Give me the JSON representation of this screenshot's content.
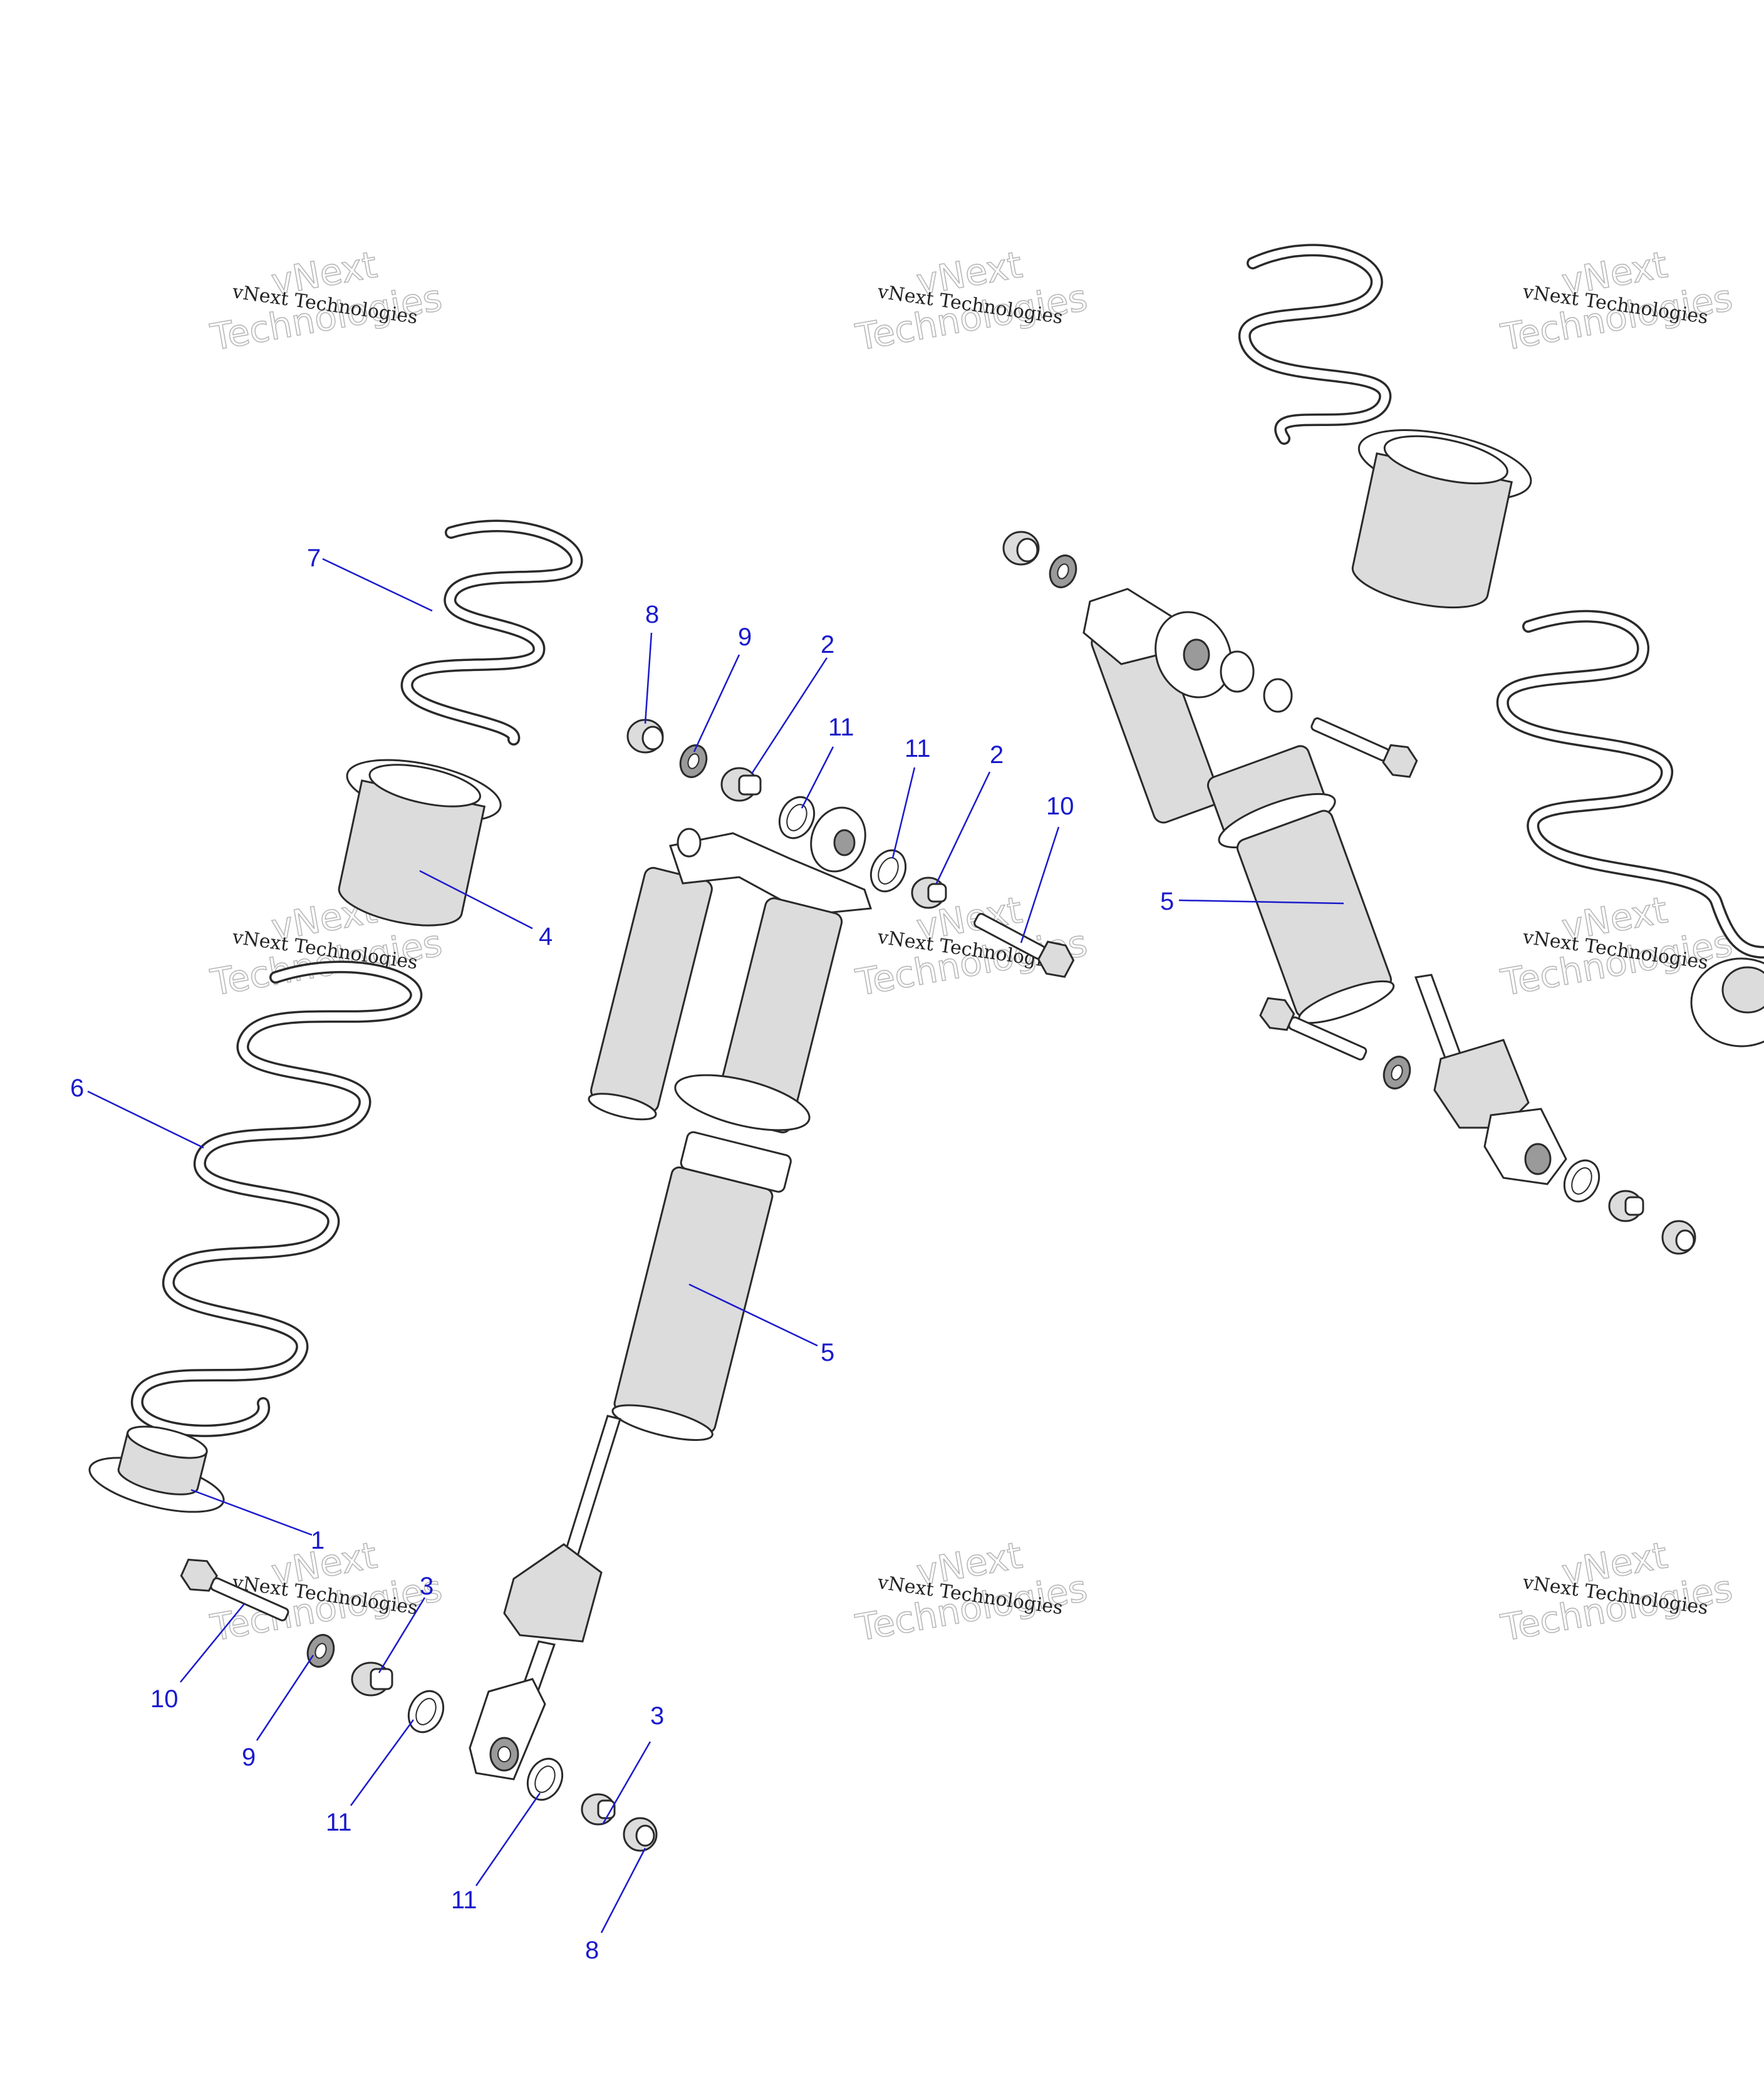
{
  "diagram": {
    "callouts": [
      {
        "id": "c7",
        "label": "7"
      },
      {
        "id": "c4",
        "label": "4"
      },
      {
        "id": "c6",
        "label": "6"
      },
      {
        "id": "c1",
        "label": "1"
      },
      {
        "id": "c10a",
        "label": "10"
      },
      {
        "id": "c9a",
        "label": "9"
      },
      {
        "id": "c3a",
        "label": "3"
      },
      {
        "id": "c11a",
        "label": "11"
      },
      {
        "id": "c11b",
        "label": "11"
      },
      {
        "id": "c3b",
        "label": "3"
      },
      {
        "id": "c8a",
        "label": "8"
      },
      {
        "id": "c8b",
        "label": "8"
      },
      {
        "id": "c9b",
        "label": "9"
      },
      {
        "id": "c2a",
        "label": "2"
      },
      {
        "id": "c11c",
        "label": "11"
      },
      {
        "id": "c11d",
        "label": "11"
      },
      {
        "id": "c2b",
        "label": "2"
      },
      {
        "id": "c10b",
        "label": "10"
      },
      {
        "id": "c5a",
        "label": "5"
      },
      {
        "id": "c5b",
        "label": "5"
      }
    ],
    "watermark": {
      "line_small": "vNext Technologies",
      "line_big_1": "vNext",
      "line_big_2": "Technologies"
    },
    "colors": {
      "callout": "#1a1acc",
      "outline": "#2a2a2a",
      "shade": "#dcdcdc"
    }
  }
}
